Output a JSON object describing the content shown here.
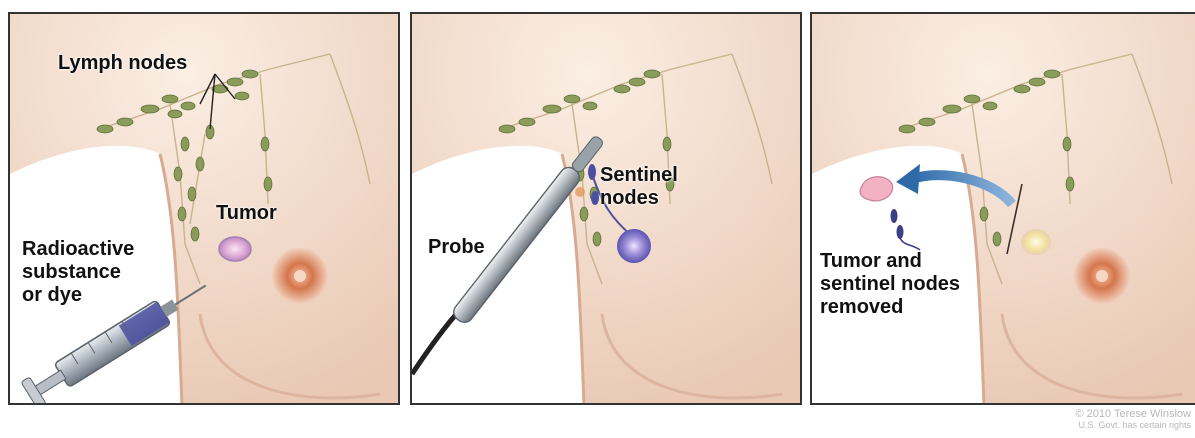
{
  "panels": [
    {
      "labels": {
        "lymph_nodes": "Lymph nodes",
        "tumor": "Tumor",
        "radioactive": [
          "Radioactive",
          "substance",
          "or dye"
        ]
      }
    },
    {
      "labels": {
        "probe": "Probe",
        "sentinel": [
          "Sentinel",
          "nodes"
        ]
      }
    },
    {
      "labels": {
        "removed": [
          "Tumor and",
          "sentinel nodes",
          "removed"
        ]
      }
    }
  ],
  "credit": {
    "line1": "© 2010 Terese Winslow",
    "line2": "U.S. Govt. has certain rights"
  },
  "colors": {
    "skin": "#f4e3d5",
    "skin_shadow": "#e7c3ad",
    "lymph_node": "#8a9b5a",
    "tumor": "#d9a3d2",
    "dye": "#4a4fa0",
    "arrow": "#3e7ab8",
    "border": "#333333"
  }
}
